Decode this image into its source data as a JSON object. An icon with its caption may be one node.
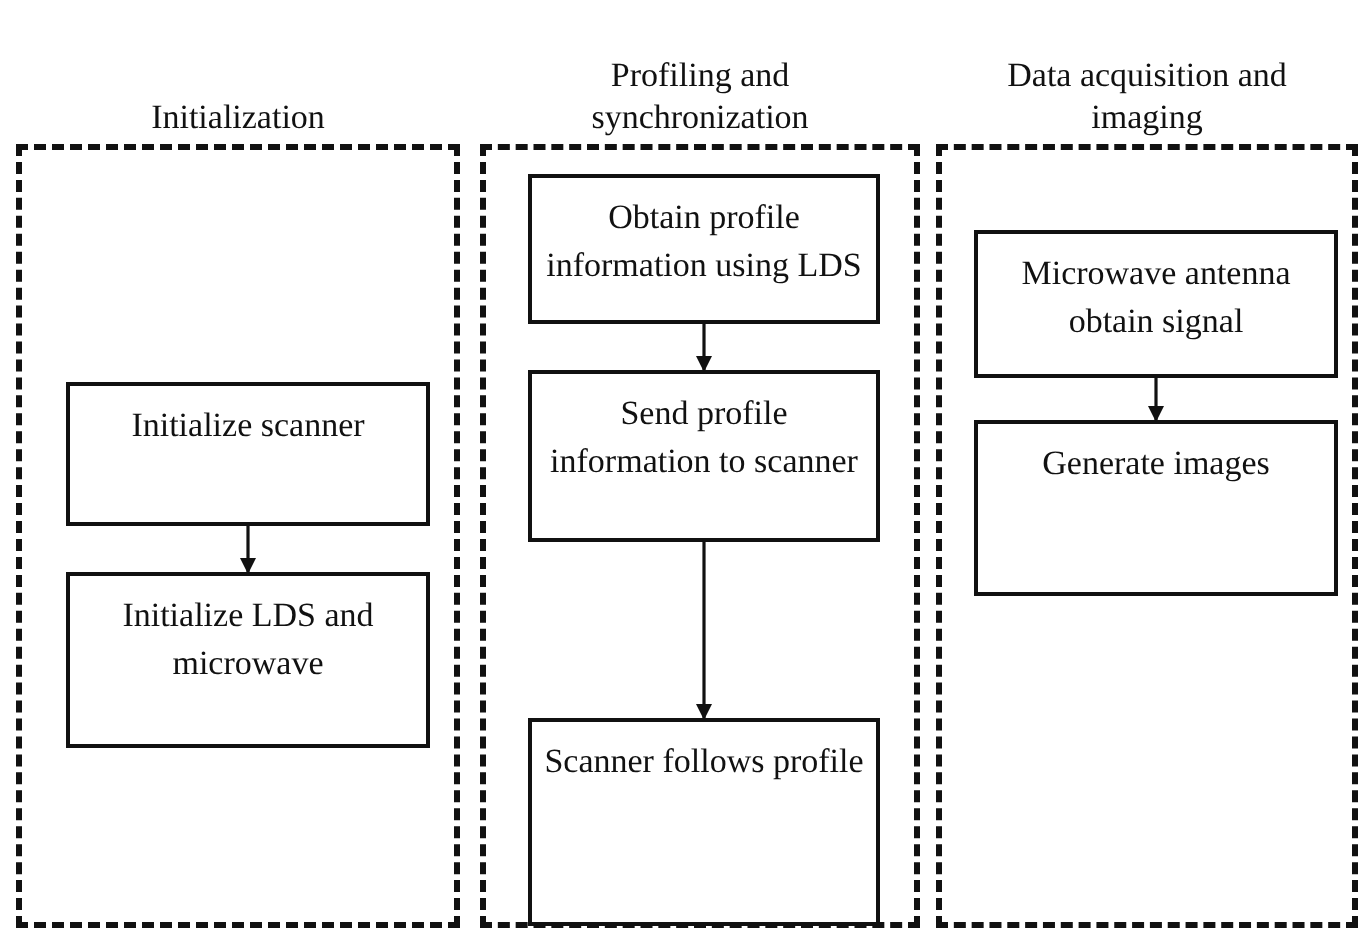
{
  "diagram": {
    "nodes": [
      {
        "text": [
          "Initialization"
        ]
      },
      {
        "text": [
          "Profiling and synchronization"
        ]
      },
      {
        "text": [
          "Data acquisition and imaging"
        ]
      },
      {
        "text": [
          "Initialize scanner"
        ],
        "in": 0
      },
      {
        "text": [
          "Initialize LDS and microwave"
        ],
        "in": 0
      },
      {
        "text": [
          "Obtain profile information using LDS"
        ],
        "in": 1
      },
      {
        "text": [
          "Send profile information to scanner"
        ],
        "in": 1
      },
      {
        "text": [
          "Scanner follows profile"
        ],
        "in": 1
      },
      {
        "text": [
          "Microwave antenna obtain signal"
        ],
        "in": 2
      },
      {
        "text": [
          "Generate images"
        ],
        "in": 2
      }
    ],
    "edges": [
      {
        "from": 3,
        "to": 4,
        "arrow": "to"
      },
      {
        "from": 5,
        "to": 6,
        "arrow": "to"
      },
      {
        "from": 6,
        "to": 7,
        "arrow": "to"
      },
      {
        "from": 8,
        "to": 9,
        "arrow": "to"
      }
    ]
  }
}
